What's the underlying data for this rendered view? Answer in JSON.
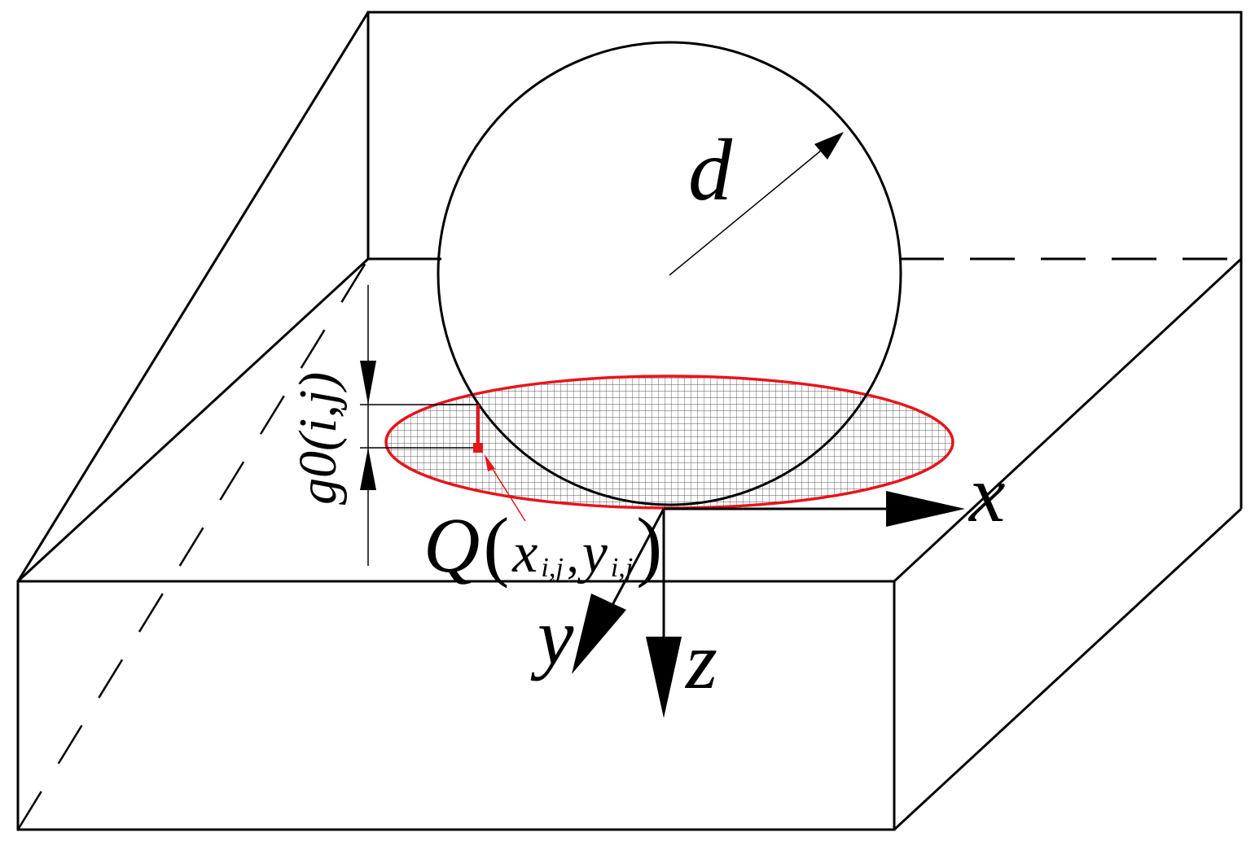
{
  "labels": {
    "diameter": "d",
    "x_axis": "x",
    "y_axis": "y",
    "z_axis": "z",
    "gap": "g0(i,j)",
    "point_Q": "Q",
    "point_Q_open": "(",
    "point_Q_x": "x",
    "point_Q_sub": "i,j",
    "point_Q_comma": ",",
    "point_Q_y": "y",
    "point_Q_sub2": "i,j",
    "point_Q_close": ")"
  },
  "colors": {
    "line": "#000000",
    "contact_outline": "#e8141b",
    "grid": "#555555",
    "background": "#ffffff"
  }
}
